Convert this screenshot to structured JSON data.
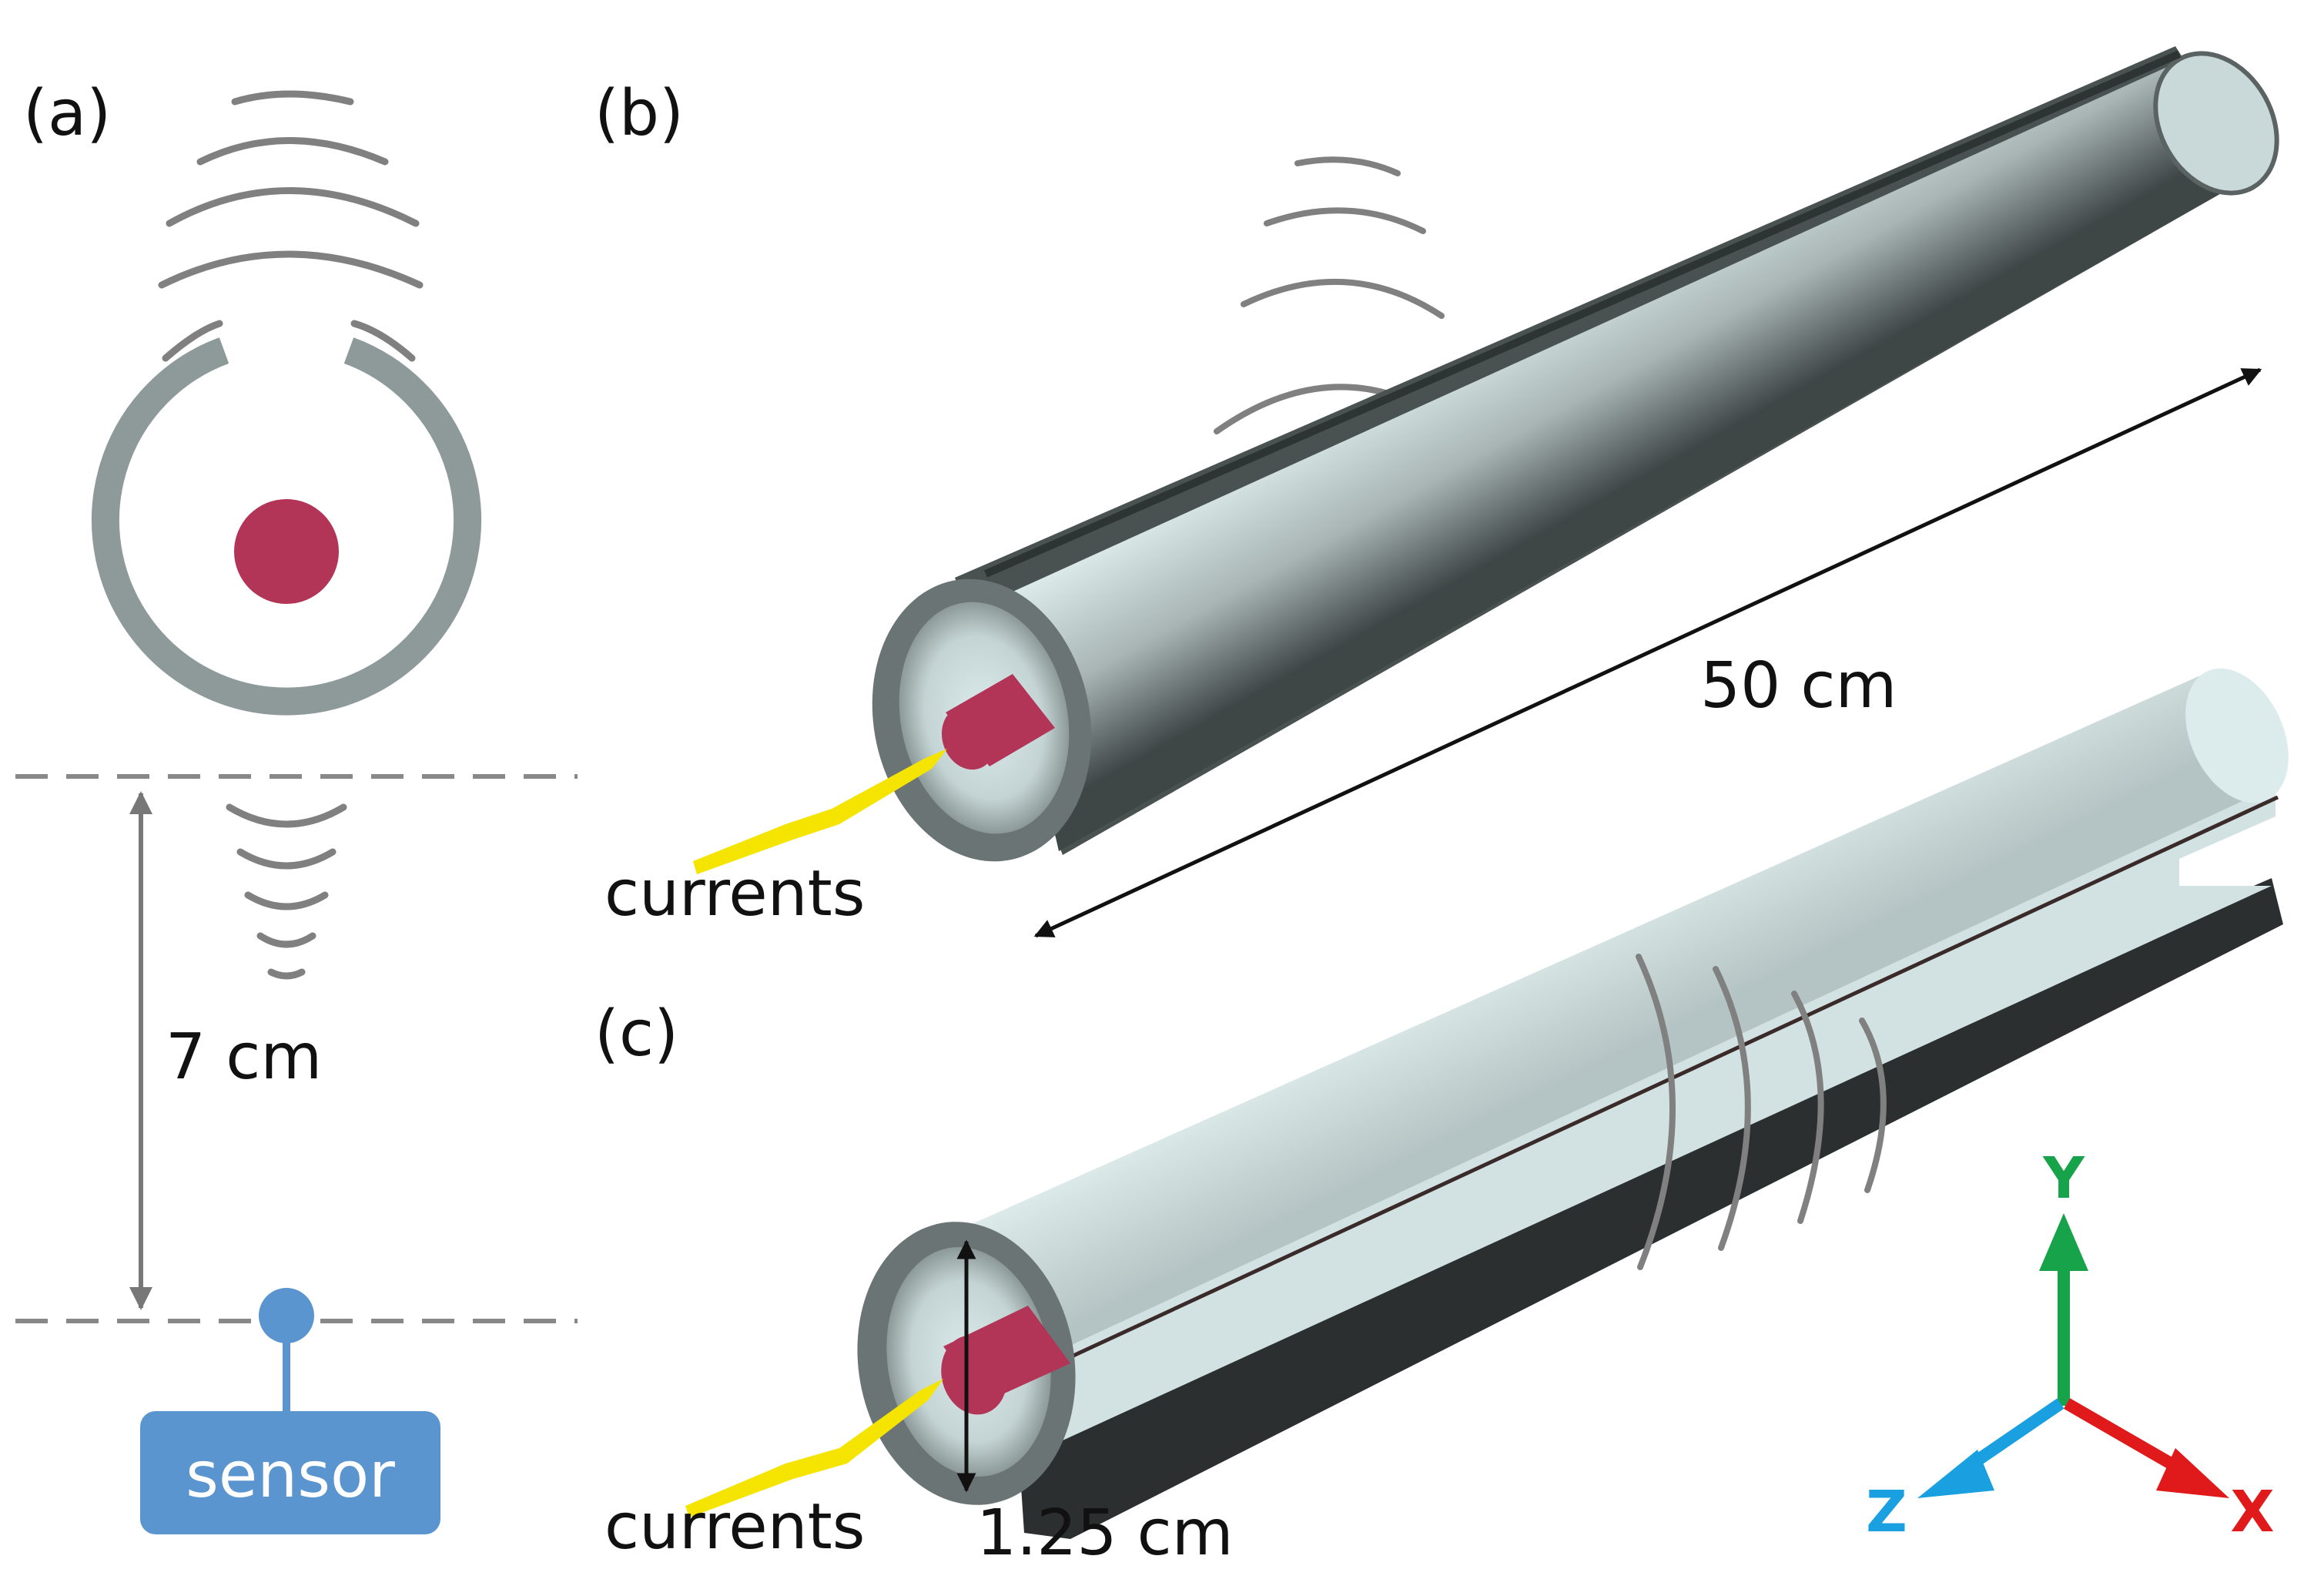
{
  "panels": {
    "a": {
      "label": "(a)",
      "distance_label": "7 cm",
      "sensor_label": "sensor"
    },
    "b": {
      "label": "(b)",
      "length_label": "50 cm",
      "current_label": "currents"
    },
    "c": {
      "label": "(c)",
      "diameter_label": "1.25 cm",
      "current_label": "currents"
    }
  },
  "axes": {
    "y_label": "Y",
    "z_label": "Z",
    "x_label": "X"
  },
  "colors": {
    "shell_outer": "#4e5454",
    "shell_rim": "#8e9a9a",
    "shell_inner": "#dcecec",
    "conductor": "#b23558",
    "current_beam": "#f5e400",
    "sensor": "#5b95d0",
    "field_lines": "#808080",
    "axis_x": "#e01a1a",
    "axis_y": "#16a34a",
    "axis_z": "#1aa0e0"
  }
}
